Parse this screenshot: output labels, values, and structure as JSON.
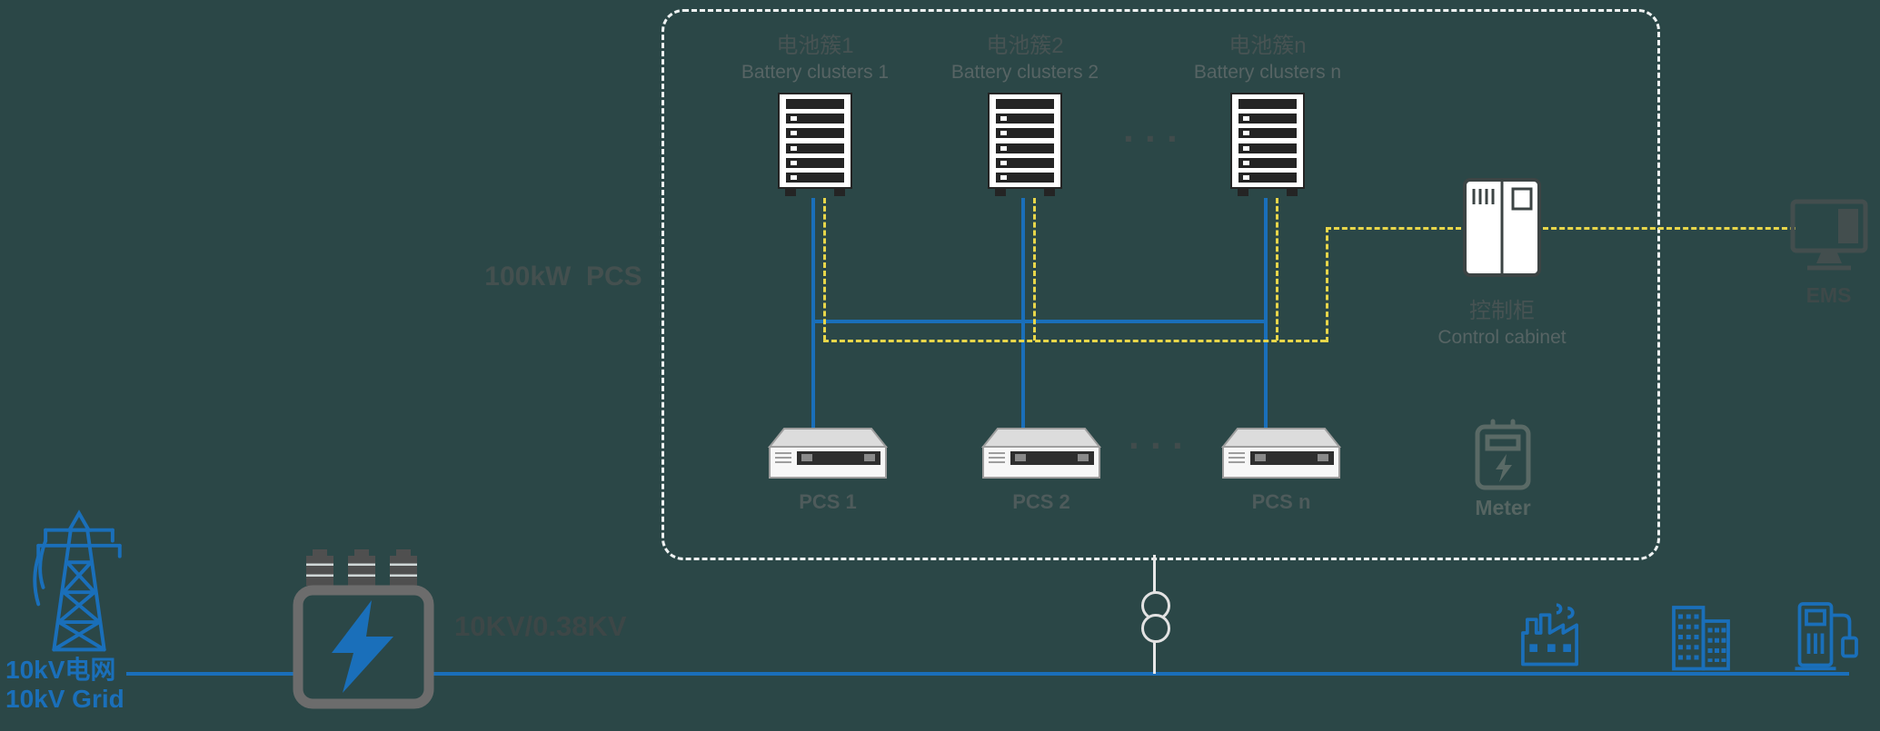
{
  "colors": {
    "background": "#2b4747",
    "accent_blue": "#1a6fba",
    "comm_yellow": "#e8d64a",
    "boundary_white": "#eef2f2"
  },
  "system": {
    "rating_label": "100kW  PCS",
    "ellipsis": "···"
  },
  "clusters": [
    {
      "zh": "电池簇1",
      "en": "Battery clusters 1"
    },
    {
      "zh": "电池簇2",
      "en": "Battery clusters 2"
    },
    {
      "zh": "电池簇n",
      "en": "Battery clusters n"
    }
  ],
  "pcs_units": [
    {
      "label": "PCS 1"
    },
    {
      "label": "PCS 2"
    },
    {
      "label": "PCS n"
    }
  ],
  "control_cabinet": {
    "zh": "控制柜",
    "en": "Control cabinet"
  },
  "meter": {
    "label": "Meter"
  },
  "ems": {
    "label": "EMS"
  },
  "grid": {
    "zh": "10kV电网",
    "en": "10kV Grid"
  },
  "transformer": {
    "ratio": "10KV/0.38KV"
  }
}
